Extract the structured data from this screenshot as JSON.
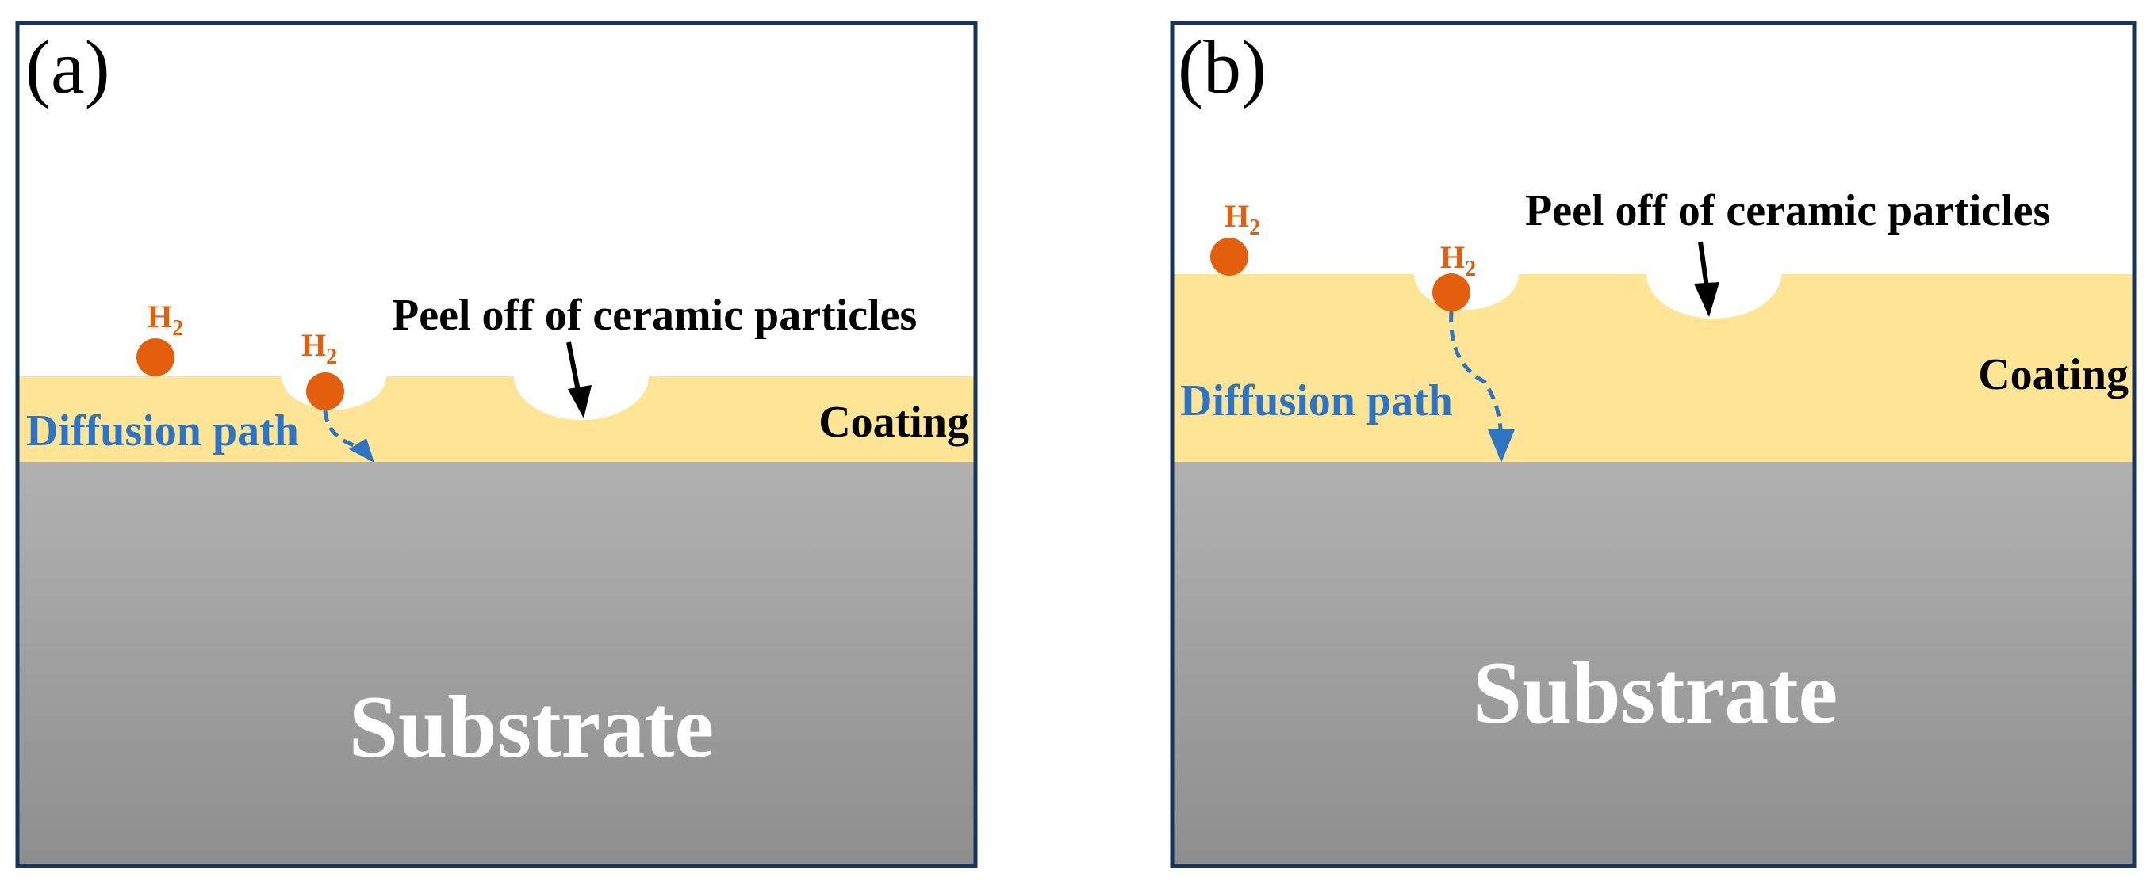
{
  "colors": {
    "frame": "#17345c",
    "coating": "#fde595",
    "substrate_top": "#b1b1b1",
    "substrate_bottom": "#8e8e8e",
    "hydrogen": "#e35f0e",
    "diffusion": "#2e74c4",
    "substrate_label": "#ffffff",
    "pit": "#ffffff"
  },
  "icons": {
    "hydrogen_atom": "filled-circle",
    "diffusion_arrow": "dashed-arrow",
    "pointer_arrow": "solid-arrow"
  },
  "panels": [
    {
      "letter": "(a)",
      "h2_free": {
        "main": "H",
        "sub": "2"
      },
      "h2_pit": {
        "main": "H",
        "sub": "2"
      },
      "peel_label": "Peel off of ceramic particles",
      "coating_label": "Coating",
      "diffusion_label": "Diffusion path",
      "substrate_label": "Substrate"
    },
    {
      "letter": "(b)",
      "h2_free": {
        "main": "H",
        "sub": "2"
      },
      "h2_pit": {
        "main": "H",
        "sub": "2"
      },
      "peel_label": "Peel off of ceramic particles",
      "coating_label": "Coating",
      "diffusion_label": "Diffusion path",
      "substrate_label": "Substrate"
    }
  ]
}
